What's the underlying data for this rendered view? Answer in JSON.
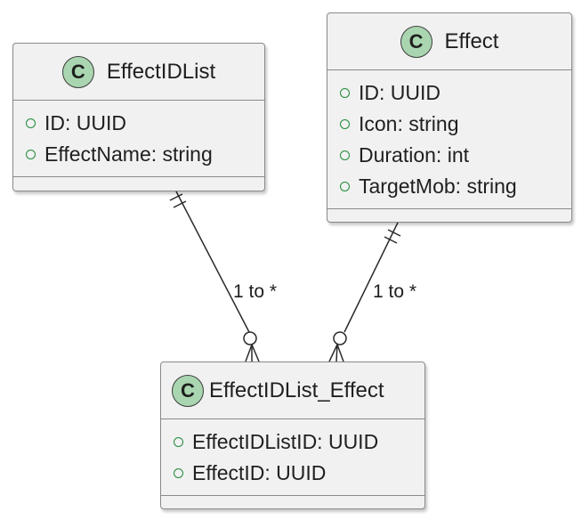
{
  "classes": {
    "effect_id_list": {
      "icon": "C",
      "name": "EffectIDList",
      "attributes": [
        "ID: UUID",
        "EffectName: string"
      ]
    },
    "effect": {
      "icon": "C",
      "name": "Effect",
      "attributes": [
        "ID: UUID",
        "Icon: string",
        "Duration: int",
        "TargetMob: string"
      ]
    },
    "effect_id_list_effect": {
      "icon": "C",
      "name": "EffectIDList_Effect",
      "attributes": [
        "EffectIDListID: UUID",
        "EffectID: UUID"
      ]
    }
  },
  "relations": [
    {
      "from": "EffectIDList",
      "to": "EffectIDList_Effect",
      "label": "1 to *",
      "from_end": "exactly-one",
      "to_end": "zero-or-many"
    },
    {
      "from": "Effect",
      "to": "EffectIDList_Effect",
      "label": "1 to *",
      "from_end": "exactly-one",
      "to_end": "zero-or-many"
    }
  ],
  "colors": {
    "box_fill": "#f1f1f1",
    "box_border": "#8a8a8a",
    "class_icon_fill": "#a9d6b0",
    "visibility_marker": "#1f8a3a",
    "line": "#2a2a2a"
  }
}
